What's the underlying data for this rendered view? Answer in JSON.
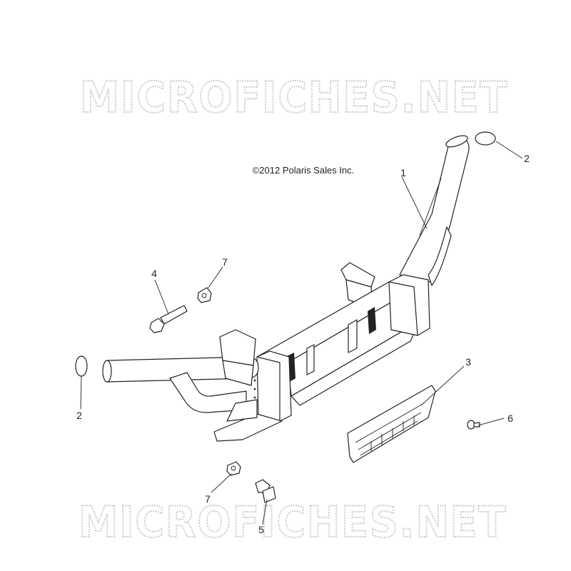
{
  "watermark": {
    "text": "MICROFICHES.NET"
  },
  "copyright": "©2012 Polaris Sales Inc.",
  "callouts": {
    "c1": "1",
    "c2a": "2",
    "c2b": "2",
    "c3": "3",
    "c4": "4",
    "c5": "5",
    "c6": "6",
    "c7a": "7",
    "c7b": "7"
  },
  "colors": {
    "linework": "#222222",
    "watermark": "#cfcfcf",
    "background": "#ffffff"
  }
}
